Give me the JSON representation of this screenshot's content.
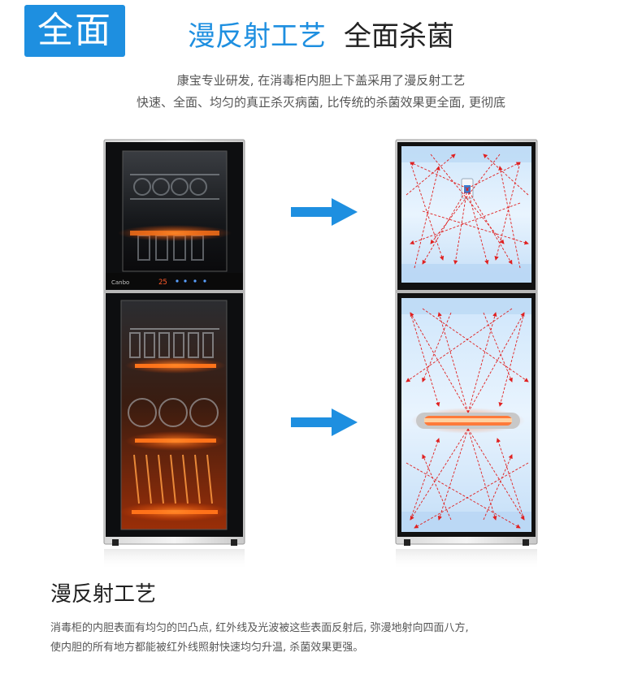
{
  "badge": {
    "label": "全面"
  },
  "headline": {
    "blue_text": "漫反射工艺",
    "dark_text": "全面杀菌"
  },
  "intro": {
    "line1": "康宝专业研发, 在消毒柜内胆上下盖采用了漫反射工艺",
    "line2": "快速、全面、均匀的真正杀灭病菌, 比传统的杀菌效果更全面, 更彻底"
  },
  "cabinet": {
    "brand": "Canbo",
    "display_value": "25"
  },
  "section": {
    "title": "漫反射工艺",
    "desc_line1": "消毒柜的内胆表面有均匀的凹凸点, 红外线及光波被这些表面反射后, 弥漫地射向四面八方,",
    "desc_line2": "使内胆的所有地方都能被红外线照射快速均匀升温, 杀菌效果更强。"
  },
  "colors": {
    "accent": "#1e8fe0",
    "ray": "#e02020",
    "heater": "#ff6a1a"
  },
  "icons": [
    "right-arrow-icon",
    "uv-lamp-icon",
    "heater-tube-icon"
  ]
}
